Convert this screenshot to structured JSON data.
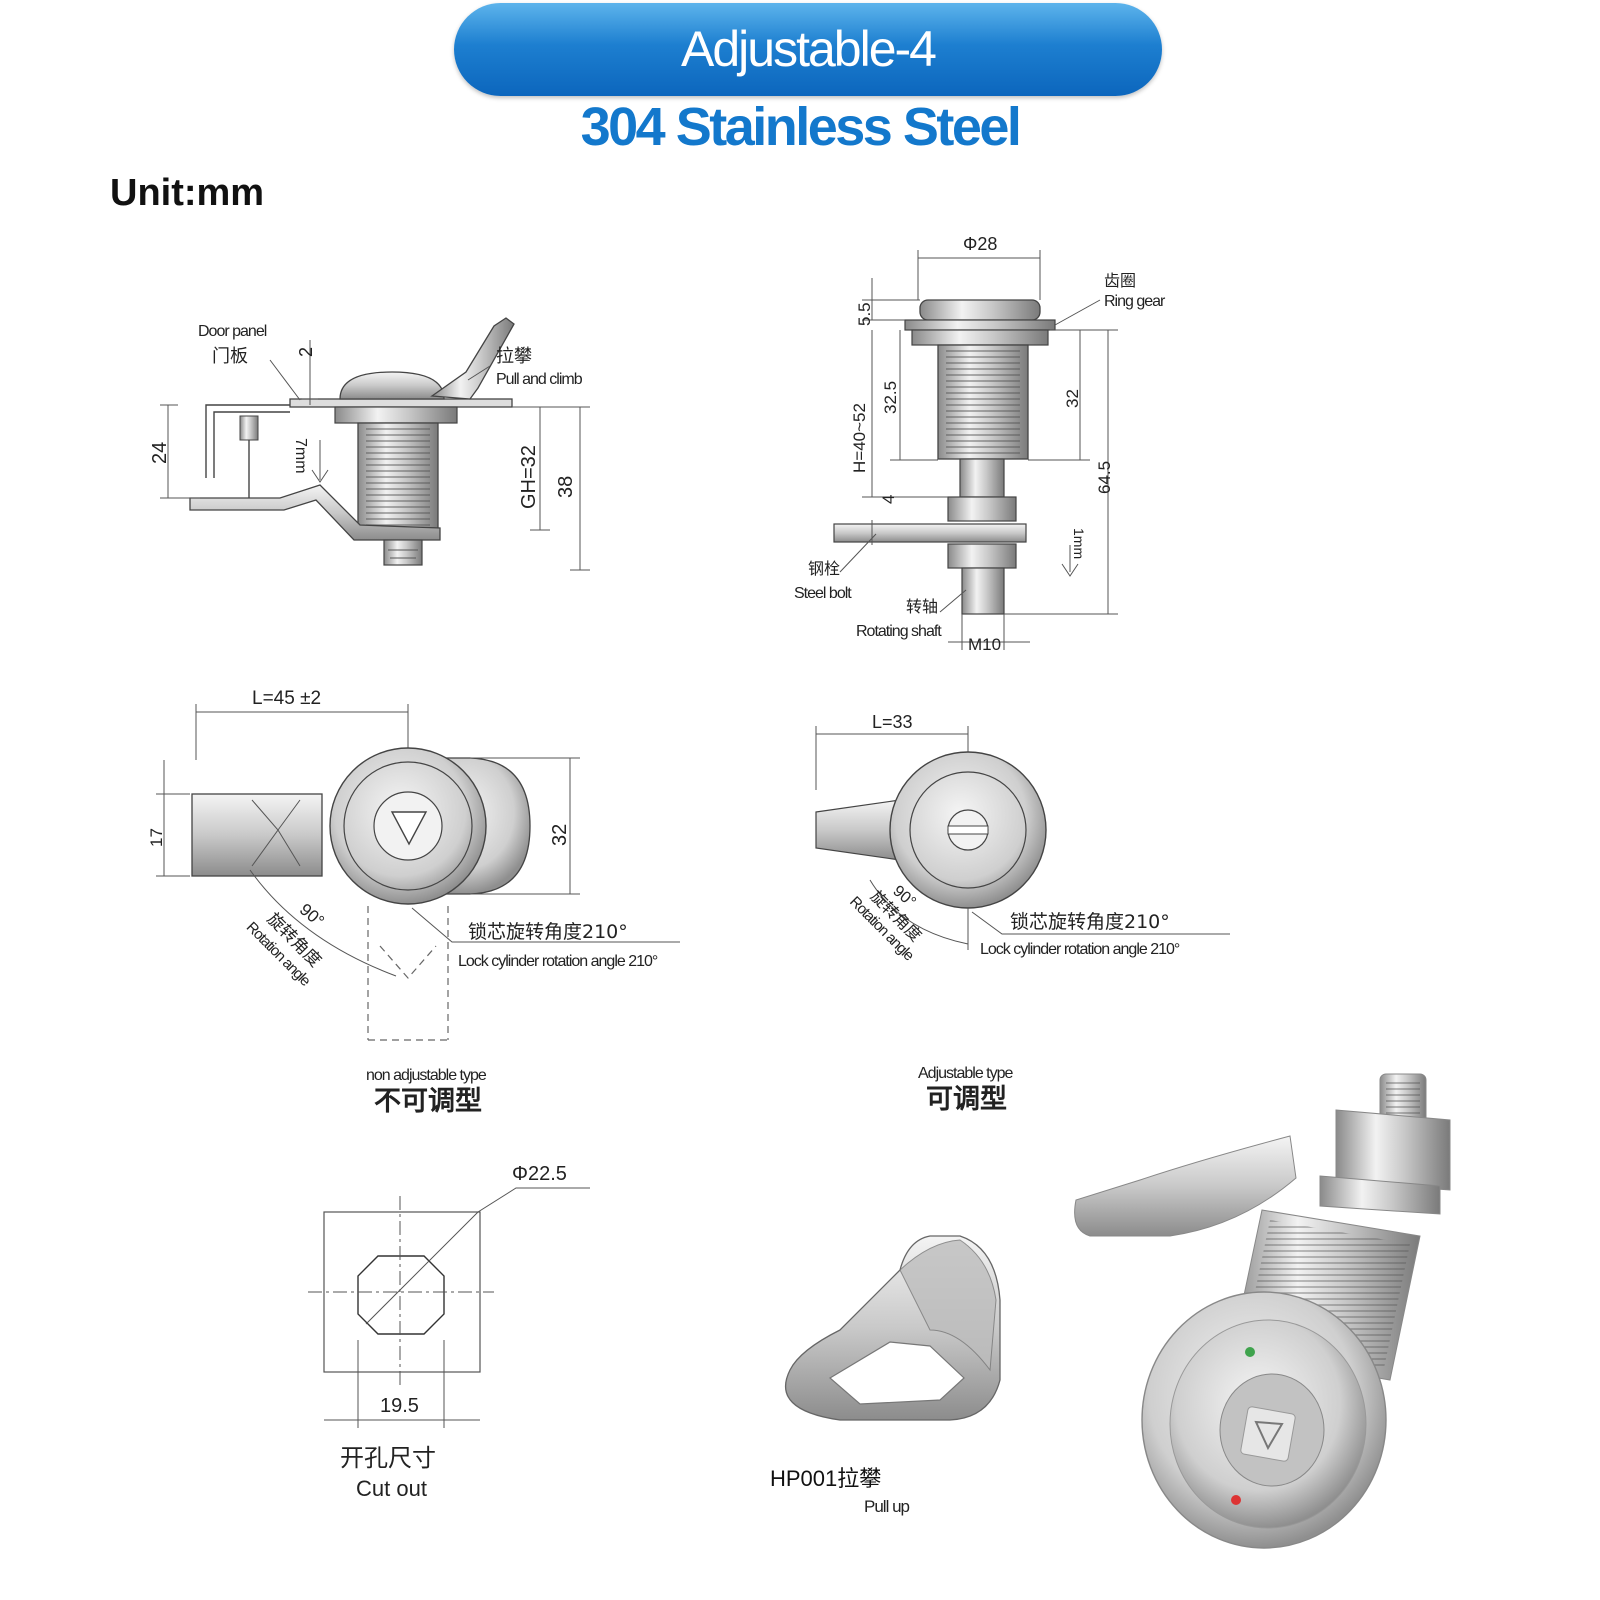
{
  "header": {
    "banner_title": "Adjustable-4",
    "subtitle": "304 Stainless Steel",
    "unit": "Unit:mm"
  },
  "colors": {
    "banner_blue": "#1d7fd0",
    "subtitle_blue": "#1378cc"
  },
  "side_view_left": {
    "door_panel_en": "Door panel",
    "door_panel_cn": "门板",
    "pull_cn": "拉攀",
    "pull_en": "Pull and climb",
    "dim_2": "2",
    "dim_24": "24",
    "dim_7mm": "7mm",
    "dim_gh": "GH=32",
    "dim_38": "38"
  },
  "side_view_right": {
    "dia": "Φ28",
    "ring_cn": "齿圈",
    "ring_en": "Ring gear",
    "dim_5_5": "5.5",
    "dim_h": "H=40~52",
    "dim_32_5": "32.5",
    "dim_32": "32",
    "dim_4": "4",
    "dim_64_5": "64.5",
    "dim_1mm": "1mm",
    "bolt_cn": "钢栓",
    "bolt_en": "Steel bolt",
    "shaft_cn": "转轴",
    "shaft_en": "Rotating shaft",
    "m10": "M10"
  },
  "top_view_left": {
    "dim_l": "L=45 ±2",
    "dim_17": "17",
    "dim_32": "32",
    "angle_90": "90°",
    "rot_cn": "旋转角度",
    "rot_en": "Rotation angle",
    "lock_cn": "锁芯旋转角度210°",
    "lock_en": "Lock cylinder rotation angle 210°",
    "type_en": "non adjustable type",
    "type_cn": "不可调型"
  },
  "top_view_right": {
    "dim_l": "L=33",
    "angle_90": "90°",
    "rot_cn": "旋转角度",
    "rot_en": "Rotation angle",
    "lock_cn": "锁芯旋转角度210°",
    "lock_en": "Lock cylinder rotation angle 210°",
    "type_en": "Adjustable type",
    "type_cn": "可调型"
  },
  "cutout": {
    "dia": "Φ22.5",
    "dim_19_5": "19.5",
    "label_cn": "开孔尺寸",
    "label_en": "Cut out"
  },
  "pull": {
    "label_cn": "HP001拉攀",
    "label_en": "Pull up"
  }
}
